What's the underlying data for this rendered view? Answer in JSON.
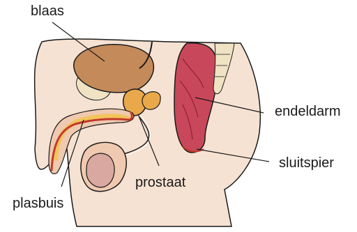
{
  "labels": {
    "bladder": "blaas",
    "rectum": "endeldarm",
    "sphincter": "sluitspier",
    "prostate": "prostaat",
    "urethra": "plasbuis"
  }
}
